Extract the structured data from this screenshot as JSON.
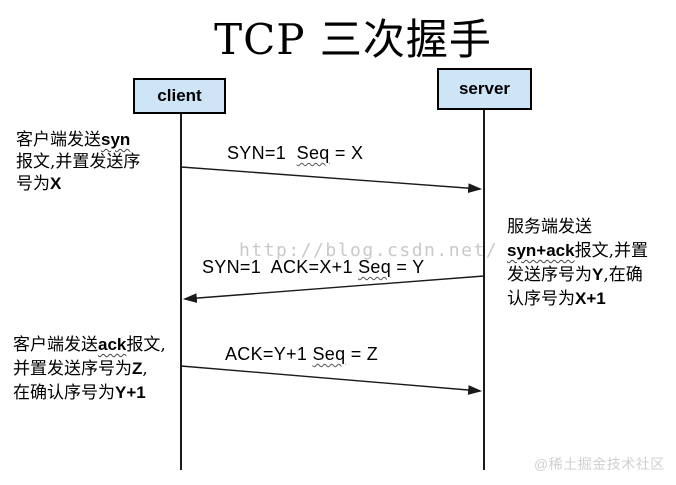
{
  "title": "TCP 三次握手",
  "actors": {
    "client": "client",
    "server": "server"
  },
  "messages": [
    {
      "pre": "SYN=1  ",
      "wavy": "Seq",
      "post": " = X"
    },
    {
      "pre": "SYN=1  ACK=X+1 ",
      "wavy": "Seq",
      "post": " = Y"
    },
    {
      "pre": "ACK=Y+1 ",
      "wavy": "Seq",
      "post": " = Z"
    }
  ],
  "annotations": {
    "client_syn": {
      "line1_pre": "客户端发送",
      "line1_wavy": "syn",
      "line2": "报文,并置发送序",
      "line3_pre": "号为",
      "line3_bold": "X"
    },
    "server_synack": {
      "line1": "服务端发送",
      "line2_wavy": "syn+ack",
      "line2_post": "报文,并置",
      "line3_pre": "发送序号为",
      "line3_bold": "Y",
      "line3_post": ",在确",
      "line4_pre": "认序号为",
      "line4_bold": "X+1"
    },
    "client_ack": {
      "line1_pre": "客户端发送",
      "line1_wavy": "ack",
      "line1_post": "报文,",
      "line2_pre": "并置发送序号为",
      "line2_bold": "Z",
      "line2_post": ",",
      "line3_pre": "在确认序号为",
      "line3_bold": "Y+1"
    }
  },
  "watermarks": {
    "center": "http://blog.csdn.net/",
    "bottom_right": "@稀土掘金技术社区"
  },
  "colors": {
    "actor_box_fill": "#cde5f6",
    "actor_box_border": "#000000",
    "line": "#1a1a1a",
    "watermark": "#c9c9c9"
  }
}
